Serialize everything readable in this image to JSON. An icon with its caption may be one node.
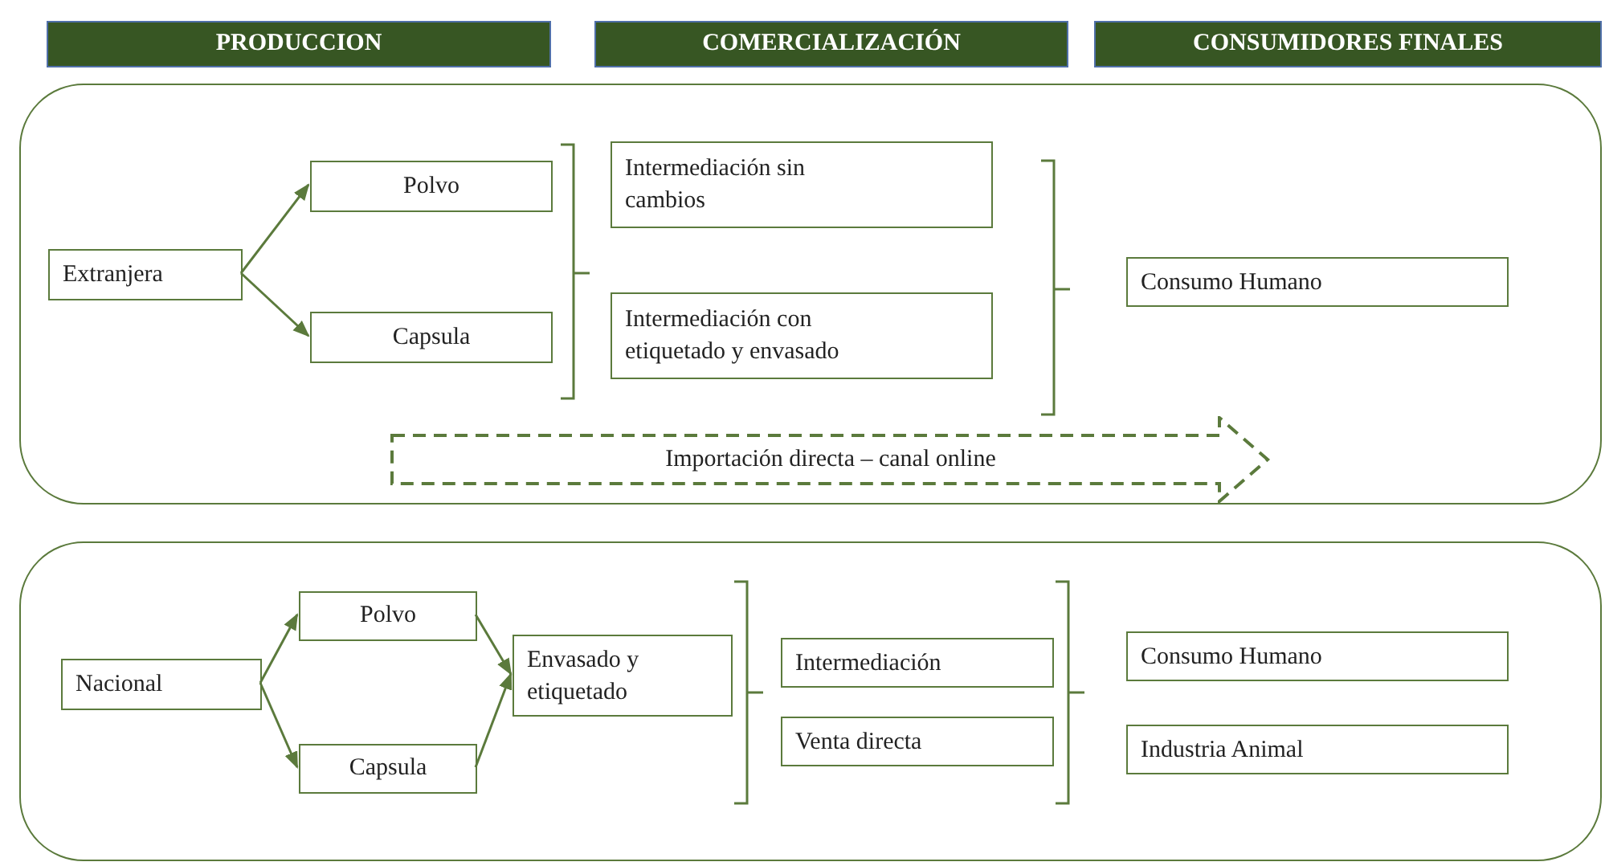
{
  "diagram": {
    "nodes": [
      {
        "text": [
          "PRODUCCION"
        ]
      },
      {
        "text": [
          "COMERCIALIZACIÓN"
        ]
      },
      {
        "text": [
          "CONSUMIDORES FINALES"
        ]
      },
      {
        "text": [],
        "shape": "box"
      },
      {
        "text": [
          "Extranjera"
        ],
        "in": 3
      },
      {
        "text": [
          "Polvo"
        ],
        "in": 3
      },
      {
        "text": [
          "Capsula"
        ],
        "in": 3
      },
      {
        "text": [
          "Intermediación sin cambios"
        ],
        "in": 3
      },
      {
        "text": [
          "Intermediación con etiquetado y envasado"
        ],
        "in": 3
      },
      {
        "text": [
          "Consumo Humano"
        ],
        "in": 3
      },
      {
        "text": [
          "Importación directa – canal online"
        ],
        "in": 3
      },
      {
        "text": [],
        "shape": "box"
      },
      {
        "text": [
          "Nacional"
        ],
        "in": 11
      },
      {
        "text": [
          "Polvo"
        ],
        "in": 11
      },
      {
        "text": [
          "Capsula"
        ],
        "in": 11
      },
      {
        "text": [
          "Envasado y etiquetado"
        ],
        "in": 11
      },
      {
        "text": [
          "Intermediación"
        ],
        "in": 11
      },
      {
        "text": [
          "Venta directa"
        ],
        "in": 11
      },
      {
        "text": [
          "Consumo Humano"
        ],
        "in": 11
      },
      {
        "text": [
          "Industria Animal"
        ],
        "in": 11
      }
    ],
    "edges": [
      {
        "from": 4,
        "to": 5,
        "arrow": "to"
      },
      {
        "from": 4,
        "to": 6,
        "arrow": "to"
      },
      {
        "from": 12,
        "to": 13,
        "arrow": "to"
      },
      {
        "from": 12,
        "to": 14,
        "arrow": "to"
      },
      {
        "from": 13,
        "to": 15,
        "arrow": "to"
      },
      {
        "from": 14,
        "to": 15,
        "arrow": "to"
      }
    ]
  }
}
